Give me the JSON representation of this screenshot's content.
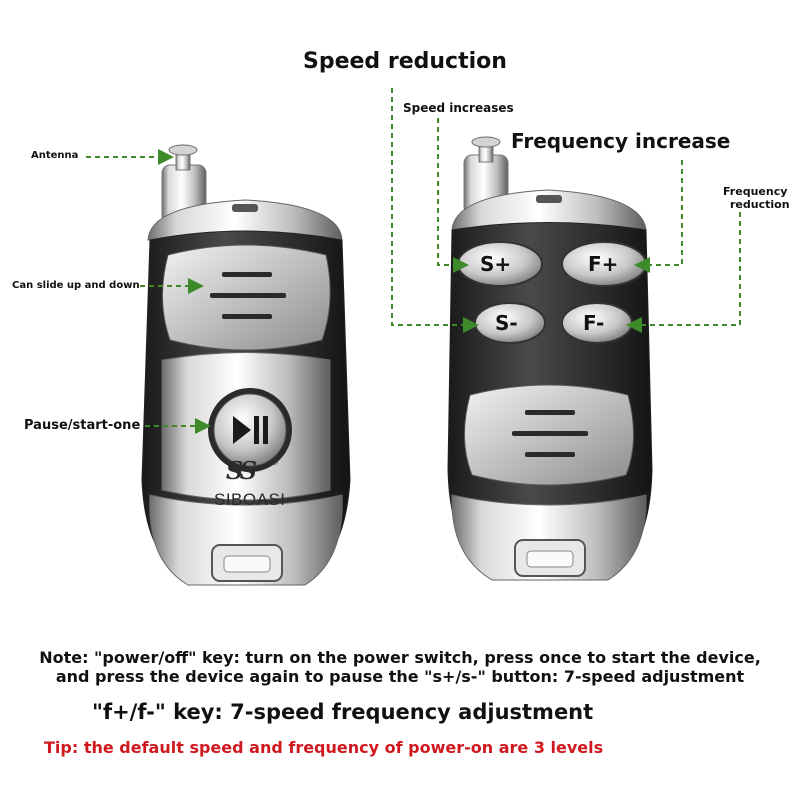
{
  "labels": {
    "antenna": "Antenna",
    "slide": "Can slide up and down",
    "pause": "Pause/start-one",
    "speed_reduction": "Speed reduction",
    "speed_increases": "Speed increases",
    "frequency_increase": "Frequency increase",
    "frequency_reduction_line1": "Frequency",
    "frequency_reduction_line2": "reduction"
  },
  "buttons": {
    "s_plus": "S+",
    "s_minus": "S-",
    "f_plus": "F+",
    "f_minus": "F-"
  },
  "brand": {
    "logo": "SS",
    "registered": "®",
    "name": "SIBOASI"
  },
  "notes": {
    "line1": "Note: \"power/off\" key: turn on the power switch, press once to start the device,",
    "line2": "and press the device again to pause the \"s+/s-\" button: 7-speed adjustment",
    "line3": "\"f+/f-\" key: 7-speed frequency adjustment",
    "tip": "Tip: the default speed and frequency of power-on are 3 levels"
  },
  "colors": {
    "arrow": "#3d8a2b",
    "tip": "#d0191f",
    "body_dark": "#2a2a2a",
    "chrome": "#c9c9c9"
  }
}
